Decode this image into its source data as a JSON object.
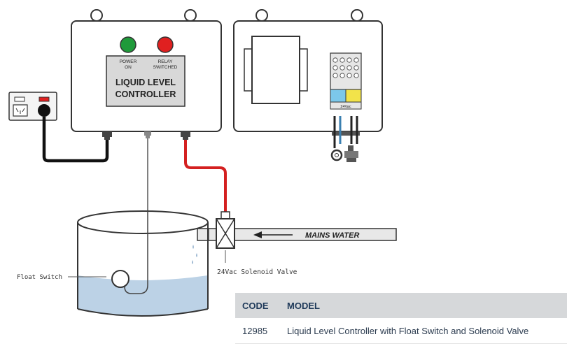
{
  "controller": {
    "power_label_1": "POWER",
    "power_label_2": "ON",
    "relay_label_1": "RELAY",
    "relay_label_2": "SWITCHED",
    "title_1": "LIQUID LEVEL",
    "title_2": "CONTROLLER"
  },
  "terminal": {
    "voltage_label": "24Vac"
  },
  "labels": {
    "mains_water": "MAINS WATER",
    "solenoid_valve": "24Vac Solenoid Valve",
    "float_switch": "Float Switch"
  },
  "table": {
    "headers": {
      "code": "CODE",
      "model": "MODEL"
    },
    "rows": [
      {
        "code": "12985",
        "model": "Liquid Level Controller with Float Switch and Solenoid Valve"
      }
    ]
  },
  "colors": {
    "power_led": "#1f9a3a",
    "relay_led": "#e02020",
    "wire_red": "#d42020",
    "water": "#bcd2e6",
    "table_header": "#d6d8da",
    "table_header_text": "#1f3a5a"
  }
}
